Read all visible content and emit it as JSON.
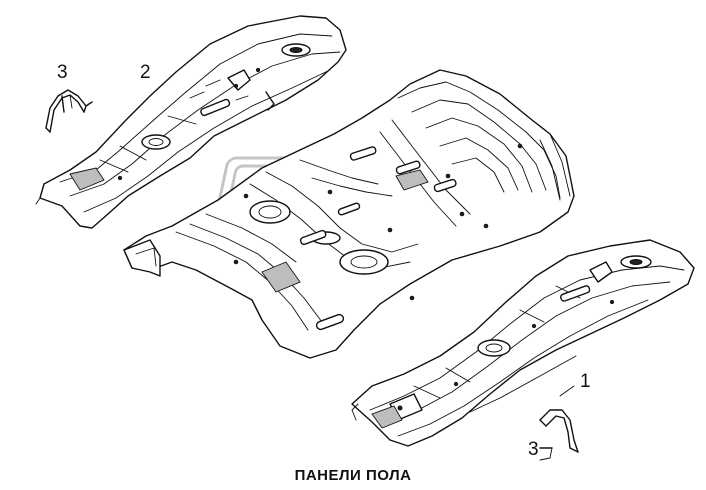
{
  "caption": "ПАНЕЛИ ПОЛА",
  "callouts": {
    "part_1": "1",
    "part_2": "2",
    "part_3_upper": "3",
    "part_3_lower": "3"
  },
  "colors": {
    "line": "#111111",
    "background": "#ffffff",
    "watermark": "#c4c4c4"
  }
}
